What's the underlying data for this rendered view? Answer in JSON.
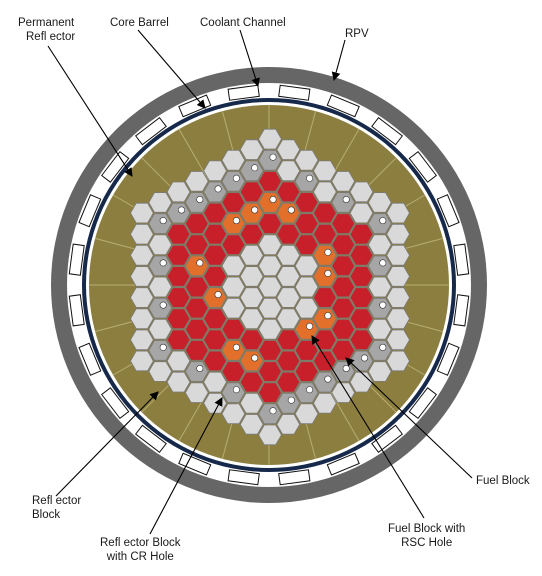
{
  "labels": {
    "permanent_reflector": [
      "Permanent",
      "Refl ector"
    ],
    "core_barrel": "Core Barrel",
    "coolant_channel": "Coolant Channel",
    "rpv": "RPV",
    "fuel_block": "Fuel Block",
    "fuel_block_rsc": [
      "Fuel Block with",
      "RSC Hole"
    ],
    "reflector_block_cr": [
      "Refl ector Block",
      "with CR Hole"
    ],
    "reflector_block": [
      "Refl ector",
      "Block"
    ]
  },
  "colors": {
    "rpv_ring": "#666666",
    "permanent_reflector": "#8b7e3f",
    "core_barrel": "#16294a",
    "reflector_block": "#d9d9d9",
    "reflector_cr_block": "#a6a6a6",
    "fuel_block": "#c8202a",
    "fuel_rsc_block": "#e3702a",
    "hole": "#ffffff"
  }
}
